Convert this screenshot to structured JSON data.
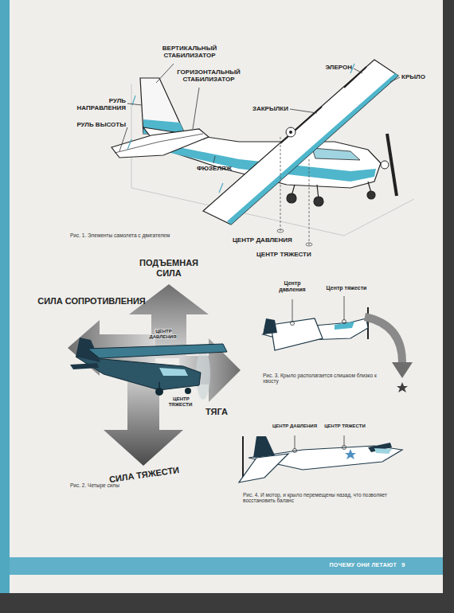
{
  "diagram": {
    "labels": [
      "ВЕРТИКАЛЬНЫЙ СТАБИЛИЗАТОР",
      "ГОРИЗОНТАЛЬНЫЙ СТАБИЛИЗАТОР",
      "РУЛЬ НАПРАВЛЕНИЯ",
      "РУЛЬ ВЫСОТЫ",
      "ЭЛЕРОН",
      "КРЫЛО",
      "ЗАКРЫЛКИ",
      "ФЮЗЕЛЯЖ",
      "ЦЕНТР ДАВЛЕНИЯ",
      "ЦЕНТР ТЯЖЕСТИ",
      "Рис. 1. Элементы самолета с двигателем",
      "ПОДЪЕМНАЯ СИЛА",
      "СИЛА СОПРОТИВЛЕНИЯ",
      "ЦЕНТР ДАВЛЕНИЯ",
      "ЦЕНТР ТЯЖЕСТИ",
      "ТЯГА",
      "СИЛА ТЯЖЕСТИ",
      "Рис. 2. Четыре силы",
      "Центр давления",
      "Центр тяжести",
      "Рис. 3. Крыло располагается слишком близко к хвосту",
      "ЦЕНТР ДАВЛЕНИЯ",
      "ЦЕНТР ТЯЖЕСТИ",
      "Рис. 4. И мотор, и крыло перемещены назад, что позволяет восстановить баланс",
      "ПОЧЕМУ ОНИ ЛЕТАЮТ",
      "9"
    ]
  }
}
